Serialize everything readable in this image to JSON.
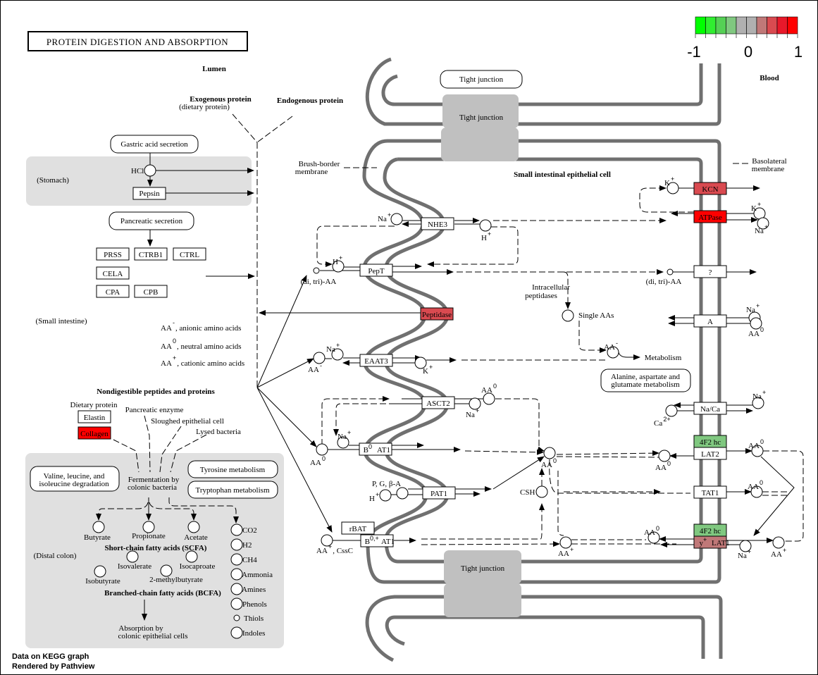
{
  "title": "PROTEIN DIGESTION AND ABSORPTION",
  "legend": {
    "ticks": [
      "-1",
      "0",
      "1"
    ],
    "colors": [
      "#00FF00",
      "#30EE30",
      "#55D055",
      "#80C880",
      "#B0B0B0",
      "#B0B0B0",
      "#C07878",
      "#D94A50",
      "#E8182A",
      "#FF0000"
    ]
  },
  "regions": {
    "lumen": "Lumen",
    "blood": "Blood",
    "stomach": "(Stomach)",
    "small_intestine": "(Small intestine)",
    "distal_colon": "(Distal colon)",
    "cell": "Small intestinal epithelial cell",
    "brush_border": [
      "Brush-border",
      "membrane"
    ],
    "basolateral": [
      "Basolateral",
      "membrane"
    ],
    "tight_junction": "Tight junction"
  },
  "headings": {
    "exogenous": "Exogenous protein",
    "exogenous_sub": "(dietary protein)",
    "endogenous": "Endogenous protein",
    "nondigestible": "Nondigestible peptides and proteins",
    "dietary_protein": "Dietary protein",
    "pancreatic_enzyme": "Pancreatic enzyme",
    "sloughed": "Sloughed epithelial cell",
    "lysed": "Lysed bacteria",
    "fermentation": [
      "Fermentation by",
      "colonic bacteria"
    ],
    "scfa": "Short-chain fatty acids (SCFA)",
    "bcfa": "Branched-chain fatty acids (BCFA)",
    "absorption": [
      "Absorption by",
      "colonic epithelial cells"
    ],
    "intracellular": [
      "Intracellular",
      "peptidases"
    ],
    "metabolism": "Metabolism",
    "aa_anionic": {
      "base": "AA",
      "sup": "-",
      "rest": ", anionic amino acids"
    },
    "aa_neutral": {
      "base": "AA",
      "sup": "0",
      "rest": ", neutral amino acids"
    },
    "aa_cationic": {
      "base": "AA",
      "sup": "+",
      "rest": ", cationic amino acids"
    }
  },
  "pathways": {
    "gastric": "Gastric acid secretion",
    "pancreatic": "Pancreatic secretion",
    "valine": [
      "Valine, leucine, and",
      "isoleucine degradation"
    ],
    "tyrosine": "Tyrosine metabolism",
    "tryptophan": "Tryptophan metabolism",
    "alanine": [
      "Alanine, aspartate and",
      "glutamate metabolism"
    ]
  },
  "genes": {
    "pepsin": {
      "label": "Pepsin",
      "color": "#FFFFFF"
    },
    "prss": {
      "label": "PRSS",
      "color": "#FFFFFF"
    },
    "ctrb1": {
      "label": "CTRB1",
      "color": "#FFFFFF"
    },
    "ctrl": {
      "label": "CTRL",
      "color": "#FFFFFF"
    },
    "cela": {
      "label": "CELA",
      "color": "#FFFFFF"
    },
    "cpa": {
      "label": "CPA",
      "color": "#FFFFFF"
    },
    "cpb": {
      "label": "CPB",
      "color": "#FFFFFF"
    },
    "elastin": {
      "label": "Elastin",
      "color": "#FFFFFF"
    },
    "collagen": {
      "label": "Collagen",
      "color": "#FF0000"
    },
    "nhe3": {
      "label": "NHE3",
      "color": "#FFFFFF"
    },
    "pept": {
      "label": "PepT",
      "color": "#FFFFFF"
    },
    "peptidase": {
      "label": "Peptidase",
      "color": "#D94A50"
    },
    "eaat3": {
      "label": "EAAT3",
      "color": "#FFFFFF"
    },
    "asct2": {
      "label": "ASCT2",
      "color": "#FFFFFF"
    },
    "b0at1": {
      "label": "B",
      "sup": "0",
      "rest": "AT1",
      "color": "#FFFFFF"
    },
    "pat1": {
      "label": "PAT1",
      "color": "#FFFFFF"
    },
    "rbat": {
      "label": "rBAT",
      "color": "#FFFFFF"
    },
    "b0plusat1": {
      "label": "B",
      "sup": "0,+",
      "rest": "AT1",
      "color": "#FFFFFF"
    },
    "kcn": {
      "label": "KCN",
      "color": "#D94A50"
    },
    "atpase": {
      "label": "ATPase",
      "color": "#FF0000"
    },
    "unknown": {
      "label": "?",
      "color": "#FFFFFF"
    },
    "a": {
      "label": "A",
      "color": "#FFFFFF"
    },
    "naca": {
      "label": "Na/Ca",
      "color": "#FFFFFF"
    },
    "f2hc_1": {
      "label": "4F2 hc",
      "color": "#80C880"
    },
    "lat2": {
      "label": "LAT2",
      "color": "#FFFFFF"
    },
    "tat1": {
      "label": "TAT1",
      "color": "#FFFFFF"
    },
    "f2hc_2": {
      "label": "4F2 hc",
      "color": "#80C880"
    },
    "ylat1": {
      "label": "y",
      "sup": "+",
      "rest": "LAT1",
      "color": "#C07878"
    }
  },
  "compounds": {
    "hcl": "HCl",
    "na": "Na",
    "h": "H",
    "k": "K",
    "aa": "AA",
    "ca": "Ca",
    "plus": "+",
    "zero": "0",
    "minus": "-",
    "ca_charge": "2+",
    "ditri": "(di, tri)-AA",
    "single": "Single AAs",
    "pgba": "P, G, β-A",
    "csh": "CSH",
    "aa_cssc": ", CssC",
    "butyrate": "Butyrate",
    "propionate": "Propionate",
    "acetate": "Acetate",
    "isovalerate": "Isovalerate",
    "isocaproate": "Isocaproate",
    "isobutyrate": "Isobutyrate",
    "methylbutyrate": "2-methylbutyrate",
    "co2": "CO2",
    "h2": "H2",
    "ch4": "CH4",
    "ammonia": "Ammonia",
    "amines": "Amines",
    "phenols": "Phenols",
    "thiols": "Thiols",
    "indoles": "Indoles"
  },
  "footer": [
    "Data on KEGG graph",
    "Rendered by Pathview"
  ]
}
